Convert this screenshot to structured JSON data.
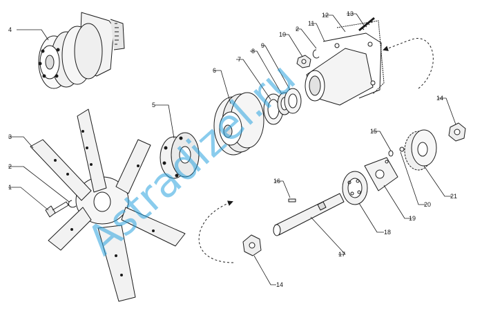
{
  "watermark": "Astradizel.ru",
  "colors": {
    "ink": "#1a1a1a",
    "watermark": "#2aa3df",
    "background": "#ffffff"
  },
  "labels": {
    "p1": "1",
    "p2a": "2",
    "p2b": "2",
    "p3": "3",
    "p4": "4",
    "p5": "5",
    "p6": "6",
    "p7": "7",
    "p8": "8",
    "p9": "9",
    "p10": "10",
    "p11": "11",
    "p12": "12",
    "p13": "13",
    "p14a": "14",
    "p14b": "14",
    "p15": "15",
    "p16": "16",
    "p17": "17",
    "p18": "18",
    "p19": "19",
    "p20": "20",
    "p21": "21"
  }
}
